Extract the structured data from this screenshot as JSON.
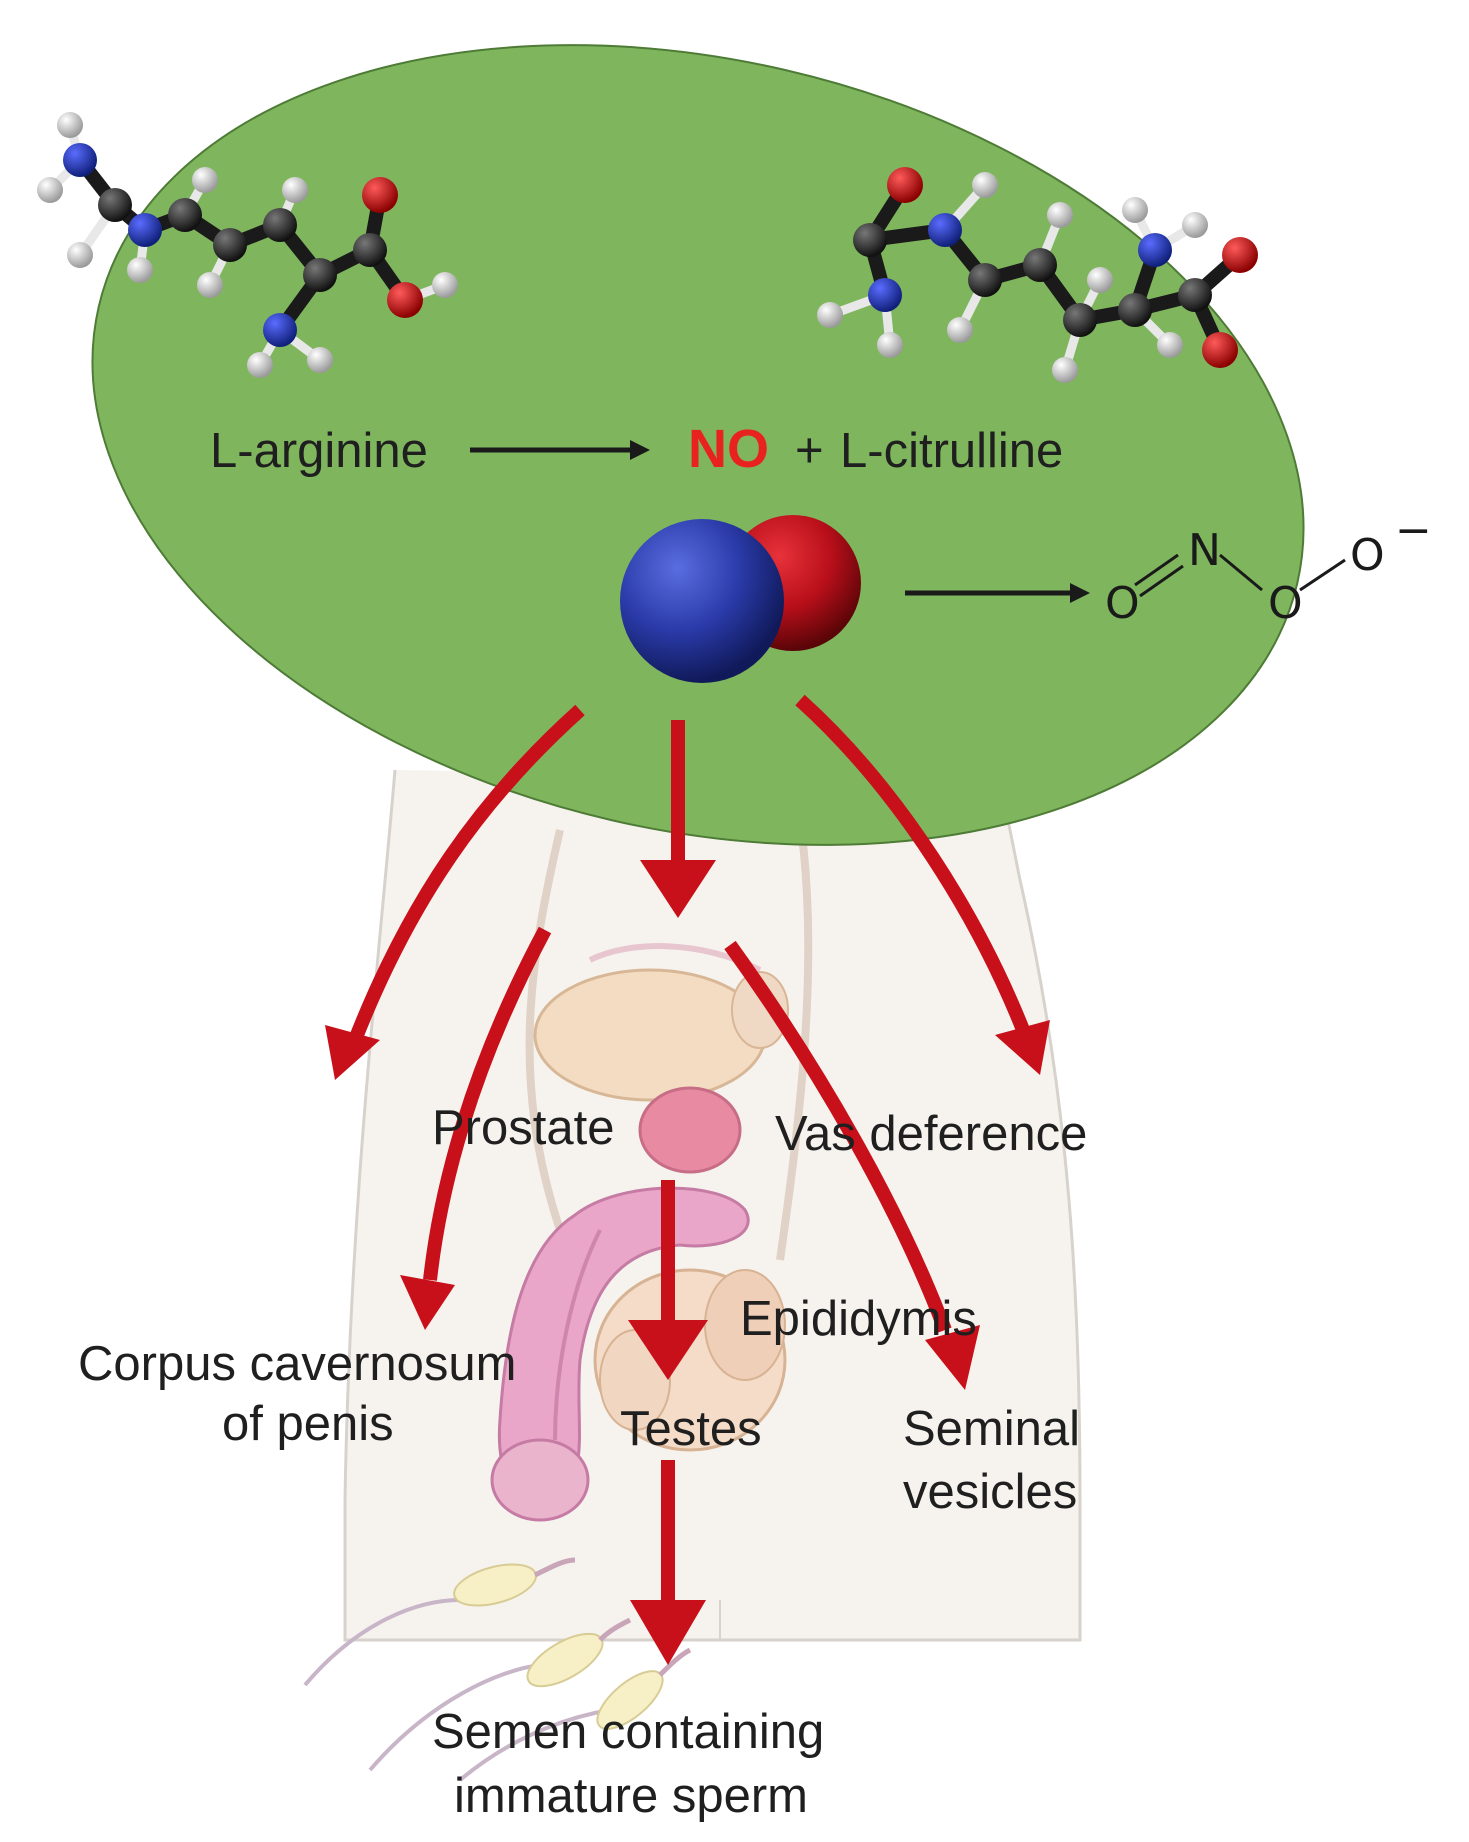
{
  "reaction": {
    "substrate": "L-arginine",
    "product_no": "NO",
    "plus": "+",
    "product_citrulline": "L-citrulline",
    "no_color": "#e8231f"
  },
  "peroxynitrite": {
    "atom_o1": "O",
    "atom_n": "N",
    "atom_o2": "O",
    "atom_o3": "O",
    "charge": "−"
  },
  "labels": {
    "prostate": "Prostate",
    "vas_deference": "Vas deference",
    "epididymis": "Epididymis",
    "corpus_line1": "Corpus cavernosum",
    "corpus_line2": "of penis",
    "testes": "Testes",
    "seminal_line1": "Seminal",
    "seminal_line2": "vesicles",
    "semen_line1": "Semen containing",
    "semen_line2": "immature sperm"
  },
  "colors": {
    "cell_fill": "#7fb65d",
    "arrow_red": "#c8101a",
    "nitrogen_blue": "#2a3aa8",
    "oxygen_red": "#c0101a"
  }
}
